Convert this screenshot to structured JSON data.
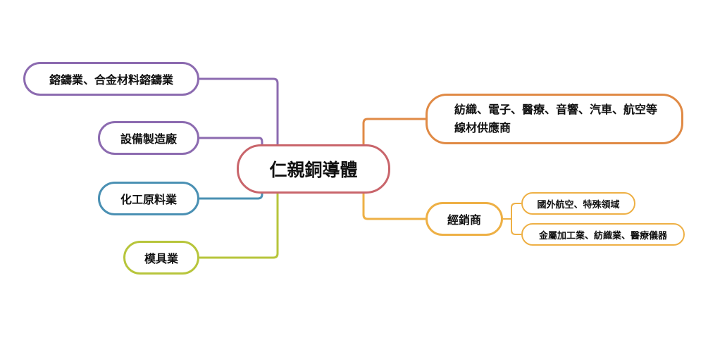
{
  "center": {
    "label": "仁親銅導體"
  },
  "left": [
    {
      "label": "鎔鑄業、合金材料鎔鑄業",
      "color": "#8c6bb0"
    },
    {
      "label": "設備製造廠",
      "color": "#8c6bb0"
    },
    {
      "label": "化工原料業",
      "color": "#4a90b3"
    },
    {
      "label": "模具業",
      "color": "#b7c53b"
    }
  ],
  "right": [
    {
      "label": "紡織、電子、醫療、音響、汽車、航空等線材供應商",
      "color": "#e08a45"
    },
    {
      "label": "經銷商",
      "color": "#eeb045",
      "children": [
        {
          "label": "國外航空、特殊領域"
        },
        {
          "label": "金屬加工業、紡織業、醫療儀器"
        }
      ]
    }
  ]
}
